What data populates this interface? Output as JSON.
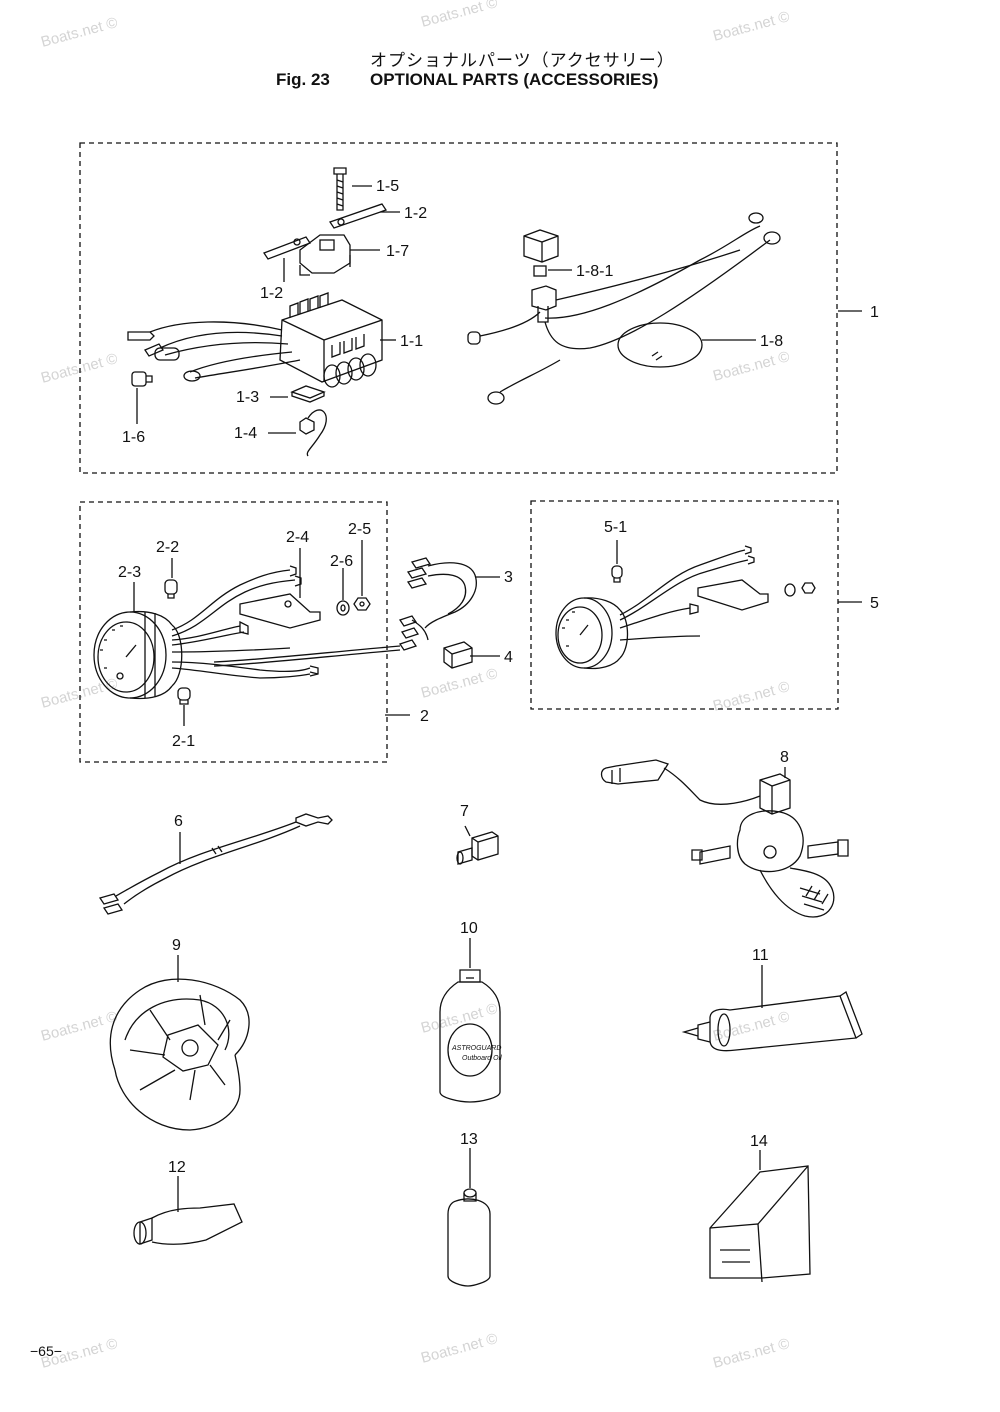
{
  "header": {
    "japanese_title": "オプショナルパーツ（アクセサリー）",
    "figure_number": "Fig. 23",
    "title": "OPTIONAL PARTS (ACCESSORIES)"
  },
  "watermark": "Boats.net ©",
  "page_number": "−65−",
  "groups": [
    {
      "id": "1",
      "label": "1",
      "sub_labels": [
        "1-1",
        "1-2",
        "1-2",
        "1-3",
        "1-4",
        "1-5",
        "1-6",
        "1-7",
        "1-8",
        "1-8-1"
      ]
    },
    {
      "id": "2",
      "label": "2",
      "sub_labels": [
        "2-1",
        "2-2",
        "2-3",
        "2-4",
        "2-5",
        "2-6"
      ]
    },
    {
      "id": "5",
      "label": "5",
      "sub_labels": [
        "5-1"
      ]
    }
  ],
  "parts": {
    "p1_1": "1-1",
    "p1_2a": "1-2",
    "p1_2b": "1-2",
    "p1_3": "1-3",
    "p1_4": "1-4",
    "p1_5": "1-5",
    "p1_6": "1-6",
    "p1_7": "1-7",
    "p1_8": "1-8",
    "p1_8_1": "1-8-1",
    "p1": "1",
    "p2_1": "2-1",
    "p2_2": "2-2",
    "p2_3": "2-3",
    "p2_4": "2-4",
    "p2_5": "2-5",
    "p2_6": "2-6",
    "p2": "2",
    "p3": "3",
    "p4": "4",
    "p5_1": "5-1",
    "p5": "5",
    "p6": "6",
    "p7": "7",
    "p8": "8",
    "p9": "9",
    "p10": "10",
    "p11": "11",
    "p12": "12",
    "p13": "13",
    "p14": "14"
  },
  "can_label": {
    "line1": "ASTROGUARD",
    "line2": "Outboard Oil"
  },
  "colors": {
    "line": "#111111",
    "watermark": "#d4d4d4",
    "background": "#ffffff"
  }
}
